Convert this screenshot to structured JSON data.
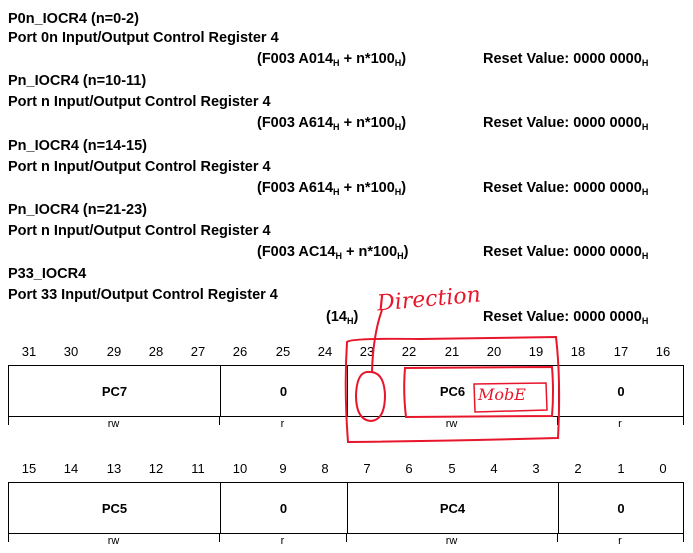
{
  "headers": [
    {
      "name": "P0n_IOCR4 (n=0-2)",
      "desc": "Port 0n Input/Output Control Register 4",
      "addr_prefix": "(F003 A014",
      "addr_sub": "H",
      "addr_mid": " + n*100",
      "addr_sub2": "H",
      "addr_suffix": ")",
      "reset_label": "Reset Value: 0000 0000",
      "reset_sub": "H"
    },
    {
      "name": "Pn_IOCR4 (n=10-11)",
      "desc": "Port n Input/Output Control Register 4",
      "addr_prefix": "(F003 A614",
      "addr_sub": "H",
      "addr_mid": " + n*100",
      "addr_sub2": "H",
      "addr_suffix": ")",
      "reset_label": "Reset Value: 0000 0000",
      "reset_sub": "H"
    },
    {
      "name": "Pn_IOCR4 (n=14-15)",
      "desc": "Port n Input/Output Control Register 4",
      "addr_prefix": "(F003 A614",
      "addr_sub": "H",
      "addr_mid": " + n*100",
      "addr_sub2": "H",
      "addr_suffix": ")",
      "reset_label": "Reset Value: 0000 0000",
      "reset_sub": "H"
    },
    {
      "name": "Pn_IOCR4 (n=21-23)",
      "desc": "Port n Input/Output Control Register 4",
      "addr_prefix": "(F003 AC14",
      "addr_sub": "H",
      "addr_mid": " + n*100",
      "addr_sub2": "H",
      "addr_suffix": ")",
      "reset_label": "Reset Value: 0000 0000",
      "reset_sub": "H"
    },
    {
      "name": "P33_IOCR4",
      "desc": "Port 33 Input/Output Control Register 4",
      "addr_prefix": "(14",
      "addr_sub": "H",
      "addr_mid": "",
      "addr_sub2": "",
      "addr_suffix": ")",
      "reset_label": "Reset Value: 0000 0000",
      "reset_sub": "H"
    }
  ],
  "upper_bits": [
    "31",
    "30",
    "29",
    "28",
    "27",
    "26",
    "25",
    "24",
    "23",
    "22",
    "21",
    "20",
    "19",
    "18",
    "17",
    "16"
  ],
  "lower_bits": [
    "15",
    "14",
    "13",
    "12",
    "11",
    "10",
    "9",
    "8",
    "7",
    "6",
    "5",
    "4",
    "3",
    "2",
    "1",
    "0"
  ],
  "upper_fields": [
    {
      "label": "PC7",
      "access": "rw"
    },
    {
      "label": "0",
      "access": "r"
    },
    {
      "label": "PC6",
      "access": "rw"
    },
    {
      "label": "0",
      "access": "r"
    }
  ],
  "lower_fields": [
    {
      "label": "PC5",
      "access": "rw"
    },
    {
      "label": "0",
      "access": "r"
    },
    {
      "label": "PC4",
      "access": "rw"
    },
    {
      "label": "0",
      "access": "r"
    }
  ],
  "annotations": {
    "direction": "Direction",
    "mode": "MobE",
    "color": "#e8162b"
  }
}
